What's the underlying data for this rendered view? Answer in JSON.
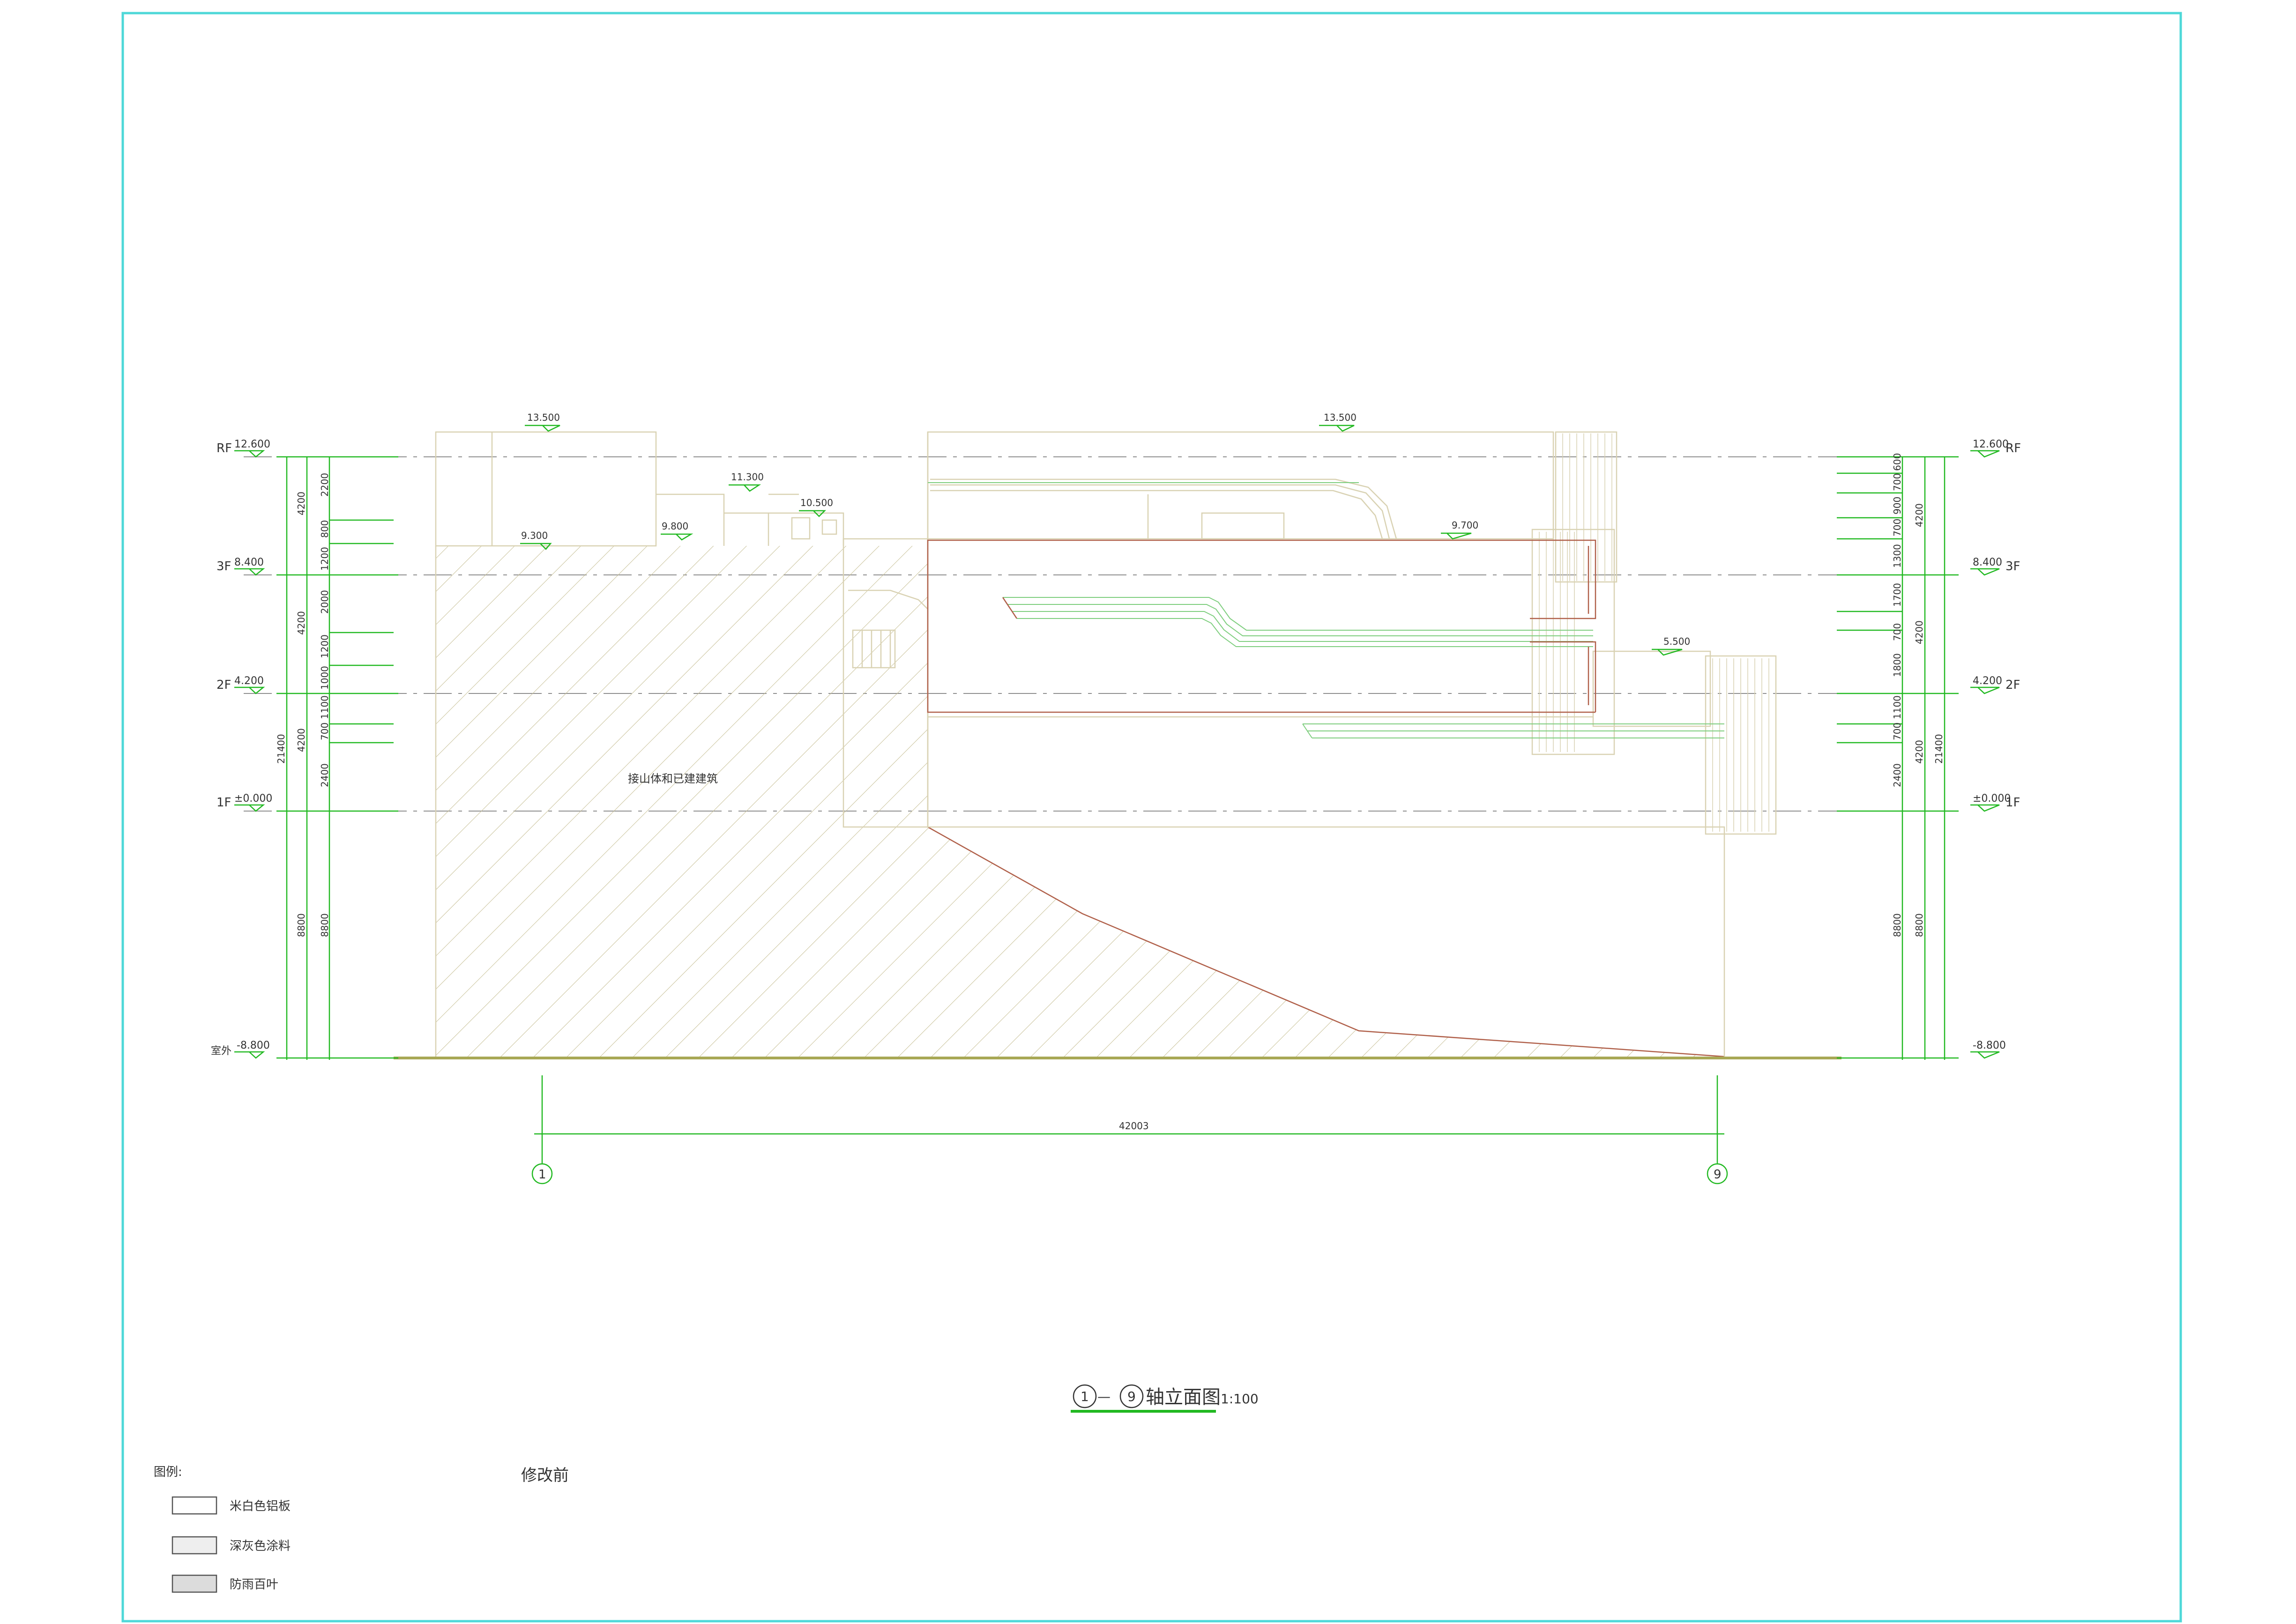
{
  "colors": {
    "frame": "#4ed8d8",
    "dim_green": "#22b922",
    "building_tan": "#d9d2b3",
    "outline_red": "#b0604a",
    "ground": "#a8a855",
    "hatch": "#c9c29a",
    "text": "#333333"
  },
  "floors": {
    "rf": "RF",
    "f3": "3F",
    "f2": "2F",
    "f1": "1F",
    "outdoor": "室外"
  },
  "levels": {
    "rf": "12.600",
    "f3": "8.400",
    "f2": "4.200",
    "f1": "±0.000",
    "outdoor": "-8.800",
    "roof_left": "13.500",
    "roof_right": "13.500",
    "l11300": "11.300",
    "l10500": "10.500",
    "l9800": "9.800",
    "l9300": "9.300",
    "l9700": "9.700",
    "l5500": "5.500"
  },
  "left_dims": {
    "outer": [
      "4200",
      "4200",
      "4200",
      "8800"
    ],
    "total": "21400",
    "inner": [
      "2200",
      "800",
      "1200",
      "2000",
      "1200",
      "1000",
      "1100",
      "700",
      "2400",
      "8800"
    ]
  },
  "right_dims": {
    "inner": [
      "600",
      "700",
      "900",
      "700",
      "1300",
      "1700",
      "700",
      "1800",
      "1100",
      "700",
      "2400",
      "8800"
    ],
    "outer": [
      "4200",
      "4200",
      "4200",
      "8800"
    ],
    "total": "21400"
  },
  "overall_width": "42003",
  "axes": [
    "1",
    "9"
  ],
  "hatch_label": "接山体和已建建筑",
  "title": {
    "axis_a": "1",
    "dash": "—",
    "axis_b": "9",
    "text": "轴立面图",
    "scale": "1:100"
  },
  "note": "修改前",
  "legend": {
    "heading": "图例:",
    "items": [
      "米白色铝板",
      "深灰色涂料",
      "防雨百叶"
    ]
  }
}
